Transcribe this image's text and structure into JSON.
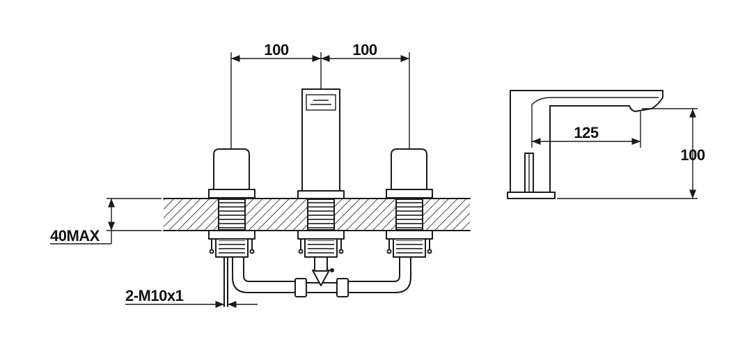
{
  "dimensions": {
    "spacing_left": "100",
    "spacing_right": "100",
    "deck_thickness": "40MAX",
    "connection": "2-M10x1",
    "spout_projection": "125",
    "spout_height": "100"
  },
  "colors": {
    "line": "#1a1a1a",
    "background": "#ffffff"
  }
}
